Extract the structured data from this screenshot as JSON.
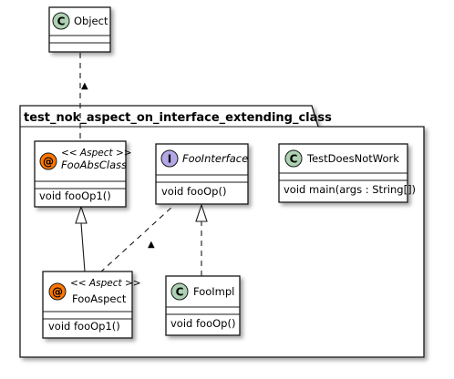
{
  "package": {
    "name": "test_nok_aspect_on_interface_extending_class"
  },
  "classes": {
    "object": {
      "name": "Object",
      "badge": "C"
    },
    "foo_abs_class": {
      "name": "FooAbsClass",
      "stereotype": "<< Aspect >>",
      "badge": "@",
      "member": "void fooOp1()"
    },
    "foo_interface": {
      "name": "FooInterface",
      "badge": "I",
      "member": "void fooOp()"
    },
    "test_does_not_work": {
      "name": "TestDoesNotWork",
      "badge": "C",
      "member": "void main(args : String[])"
    },
    "foo_aspect": {
      "name": "FooAspect",
      "stereotype": "<< Aspect >>",
      "badge": "@",
      "member": "void fooOp1()"
    },
    "foo_impl": {
      "name": "FooImpl",
      "badge": "C",
      "member": "void fooOp()"
    }
  },
  "arrow_labels": {
    "up_arrow": "▲"
  },
  "colors": {
    "class_badge": "#ADD1B2",
    "interface_badge": "#B4A7E5",
    "aspect_badge": "#FF7700",
    "border": "#181818"
  }
}
